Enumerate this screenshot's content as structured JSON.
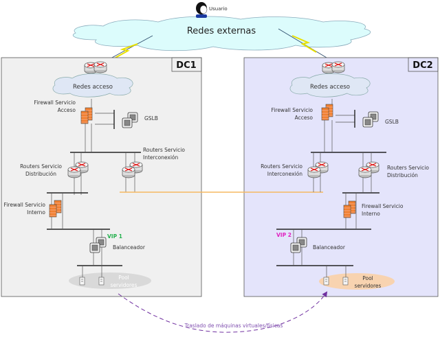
{
  "user": {
    "label": "Usuario"
  },
  "external_cloud": {
    "label": "Redes externas"
  },
  "dc1": {
    "title": "DC1",
    "access_cloud": "Redes acceso",
    "fw_access": [
      "Firewall Servicio",
      "Acceso"
    ],
    "gslb": "GSLB",
    "routers_dist": [
      "Routers Servicio",
      "Distribución"
    ],
    "routers_inter": [
      "Routers Servicio",
      "Interconexión"
    ],
    "fw_internal": [
      "Firewall Servicio",
      "Interno"
    ],
    "vip": "VIP 1",
    "vip_color": "#22b04c",
    "balancer": "Balanceador",
    "pool": [
      "Pool",
      "servidores"
    ],
    "bg_color": "#f0f0f0",
    "pool_color": "#d9d9d9"
  },
  "dc2": {
    "title": "DC2",
    "access_cloud": "Redes acceso",
    "fw_access": [
      "Firewall Servicio",
      "Acceso"
    ],
    "gslb": "GSLB",
    "routers_inter": [
      "Routers Servicio",
      "Interconexión"
    ],
    "routers_dist": [
      "Routers Servicio",
      "Distribución"
    ],
    "fw_internal": [
      "Firewall Servicio",
      "Interno"
    ],
    "vip": "VIP 2",
    "vip_color": "#e020c0",
    "balancer": "Balanceador",
    "pool": [
      "Pool",
      "servidores"
    ],
    "bg_color": "#e4e4fb",
    "pool_color": "#f8d3b0"
  },
  "migration": {
    "label": "Traslado de máquinas virtuales/físicas",
    "color": "#7030a0"
  },
  "interconnect_color": "#f5b860"
}
